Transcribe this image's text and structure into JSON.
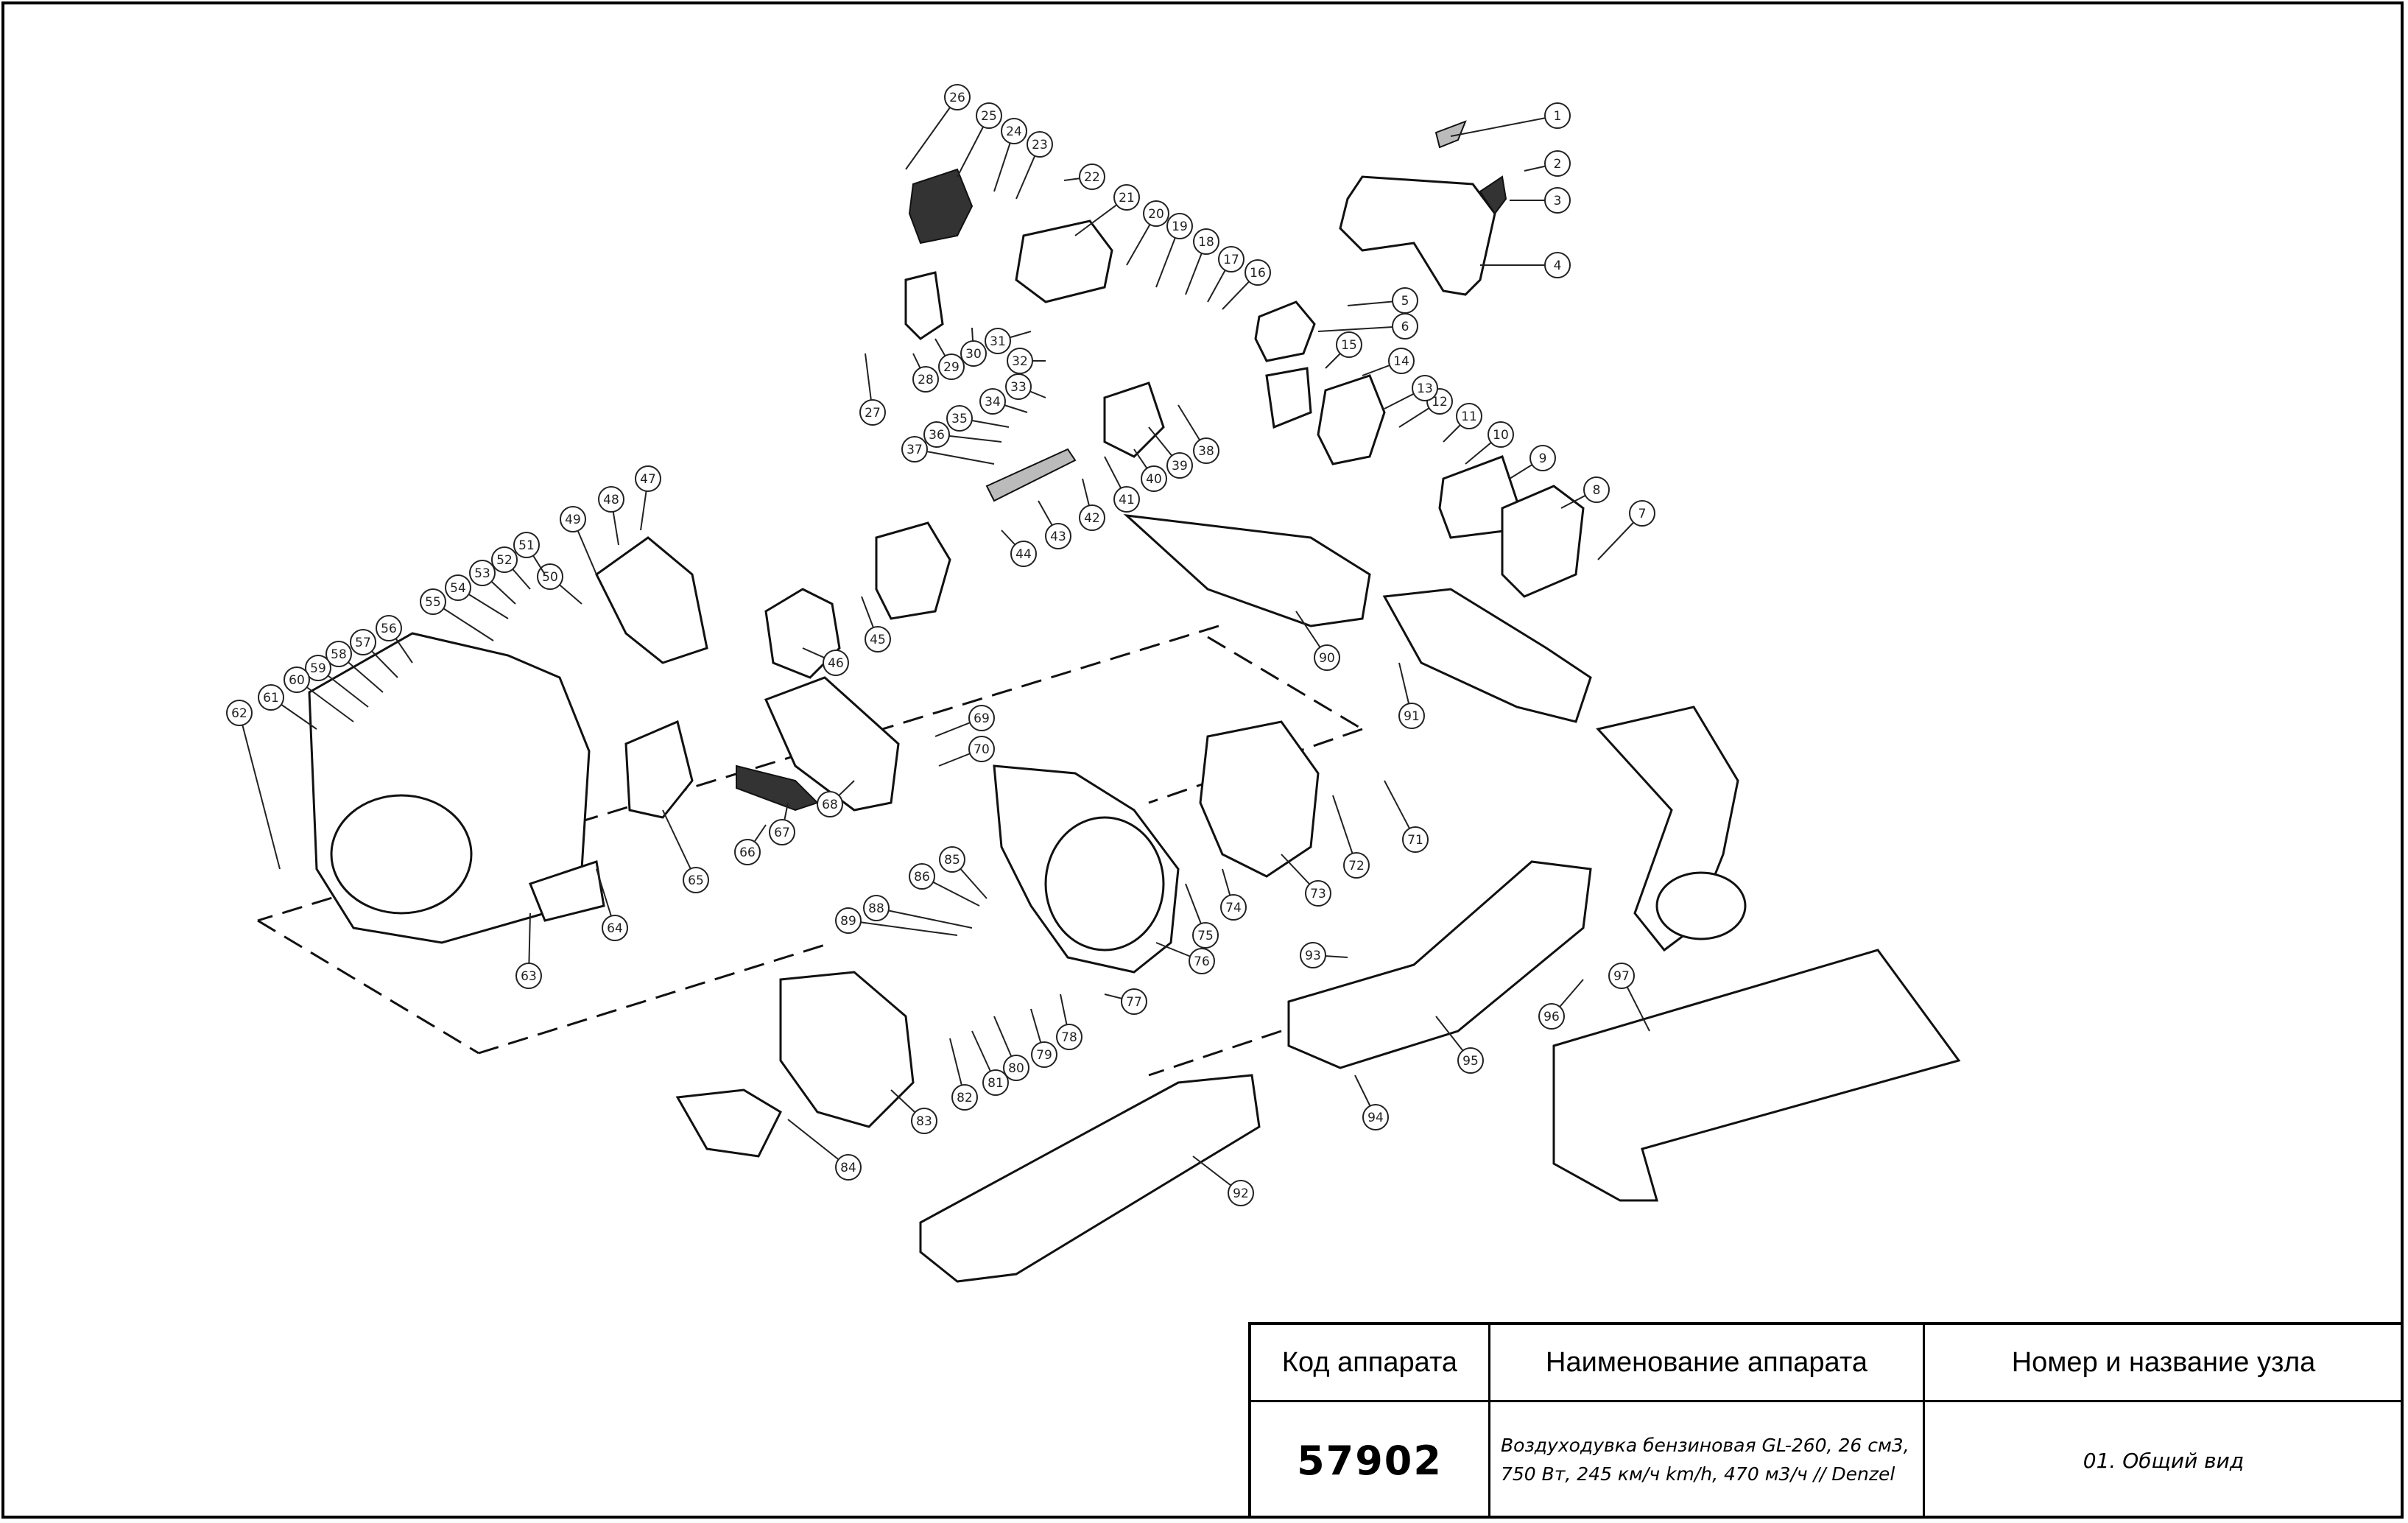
{
  "title_block": {
    "col_code_header": "Код аппарата",
    "col_name_header": "Наименование аппарата",
    "col_unit_header": "Номер и название узла",
    "code_value": "57902",
    "name_value": "Воздуходувка бензиновая GL-260, 26 см3, 750 Вт, 245 км/ч  km/h, 470 м3/ч // Denzel",
    "unit_value": "01. Общий вид"
  },
  "callouts": [
    {
      "n": "1"
    },
    {
      "n": "2"
    },
    {
      "n": "3"
    },
    {
      "n": "4"
    },
    {
      "n": "5"
    },
    {
      "n": "6"
    },
    {
      "n": "7"
    },
    {
      "n": "8"
    },
    {
      "n": "9"
    },
    {
      "n": "10"
    },
    {
      "n": "11"
    },
    {
      "n": "12"
    },
    {
      "n": "13"
    },
    {
      "n": "14"
    },
    {
      "n": "15"
    },
    {
      "n": "16"
    },
    {
      "n": "17"
    },
    {
      "n": "18"
    },
    {
      "n": "19"
    },
    {
      "n": "20"
    },
    {
      "n": "21"
    },
    {
      "n": "22"
    },
    {
      "n": "23"
    },
    {
      "n": "24"
    },
    {
      "n": "25"
    },
    {
      "n": "26"
    },
    {
      "n": "27"
    },
    {
      "n": "28"
    },
    {
      "n": "29"
    },
    {
      "n": "30"
    },
    {
      "n": "31"
    },
    {
      "n": "32"
    },
    {
      "n": "33"
    },
    {
      "n": "34"
    },
    {
      "n": "35"
    },
    {
      "n": "36"
    },
    {
      "n": "37"
    },
    {
      "n": "38"
    },
    {
      "n": "39"
    },
    {
      "n": "40"
    },
    {
      "n": "41"
    },
    {
      "n": "42"
    },
    {
      "n": "43"
    },
    {
      "n": "44"
    },
    {
      "n": "45"
    },
    {
      "n": "46"
    },
    {
      "n": "47"
    },
    {
      "n": "48"
    },
    {
      "n": "49"
    },
    {
      "n": "50"
    },
    {
      "n": "51"
    },
    {
      "n": "52"
    },
    {
      "n": "53"
    },
    {
      "n": "54"
    },
    {
      "n": "55"
    },
    {
      "n": "56"
    },
    {
      "n": "57"
    },
    {
      "n": "58"
    },
    {
      "n": "59"
    },
    {
      "n": "60"
    },
    {
      "n": "61"
    },
    {
      "n": "62"
    },
    {
      "n": "63"
    },
    {
      "n": "64"
    },
    {
      "n": "65"
    },
    {
      "n": "66"
    },
    {
      "n": "67"
    },
    {
      "n": "68"
    },
    {
      "n": "69"
    },
    {
      "n": "70"
    },
    {
      "n": "71"
    },
    {
      "n": "72"
    },
    {
      "n": "73"
    },
    {
      "n": "74"
    },
    {
      "n": "75"
    },
    {
      "n": "76"
    },
    {
      "n": "77"
    },
    {
      "n": "78"
    },
    {
      "n": "79"
    },
    {
      "n": "80"
    },
    {
      "n": "81"
    },
    {
      "n": "82"
    },
    {
      "n": "83"
    },
    {
      "n": "84"
    },
    {
      "n": "85"
    },
    {
      "n": "86"
    },
    {
      "n": "88"
    },
    {
      "n": "89"
    },
    {
      "n": "90"
    },
    {
      "n": "91"
    },
    {
      "n": "92"
    },
    {
      "n": "93"
    },
    {
      "n": "94"
    },
    {
      "n": "95"
    },
    {
      "n": "96"
    },
    {
      "n": "97"
    }
  ]
}
